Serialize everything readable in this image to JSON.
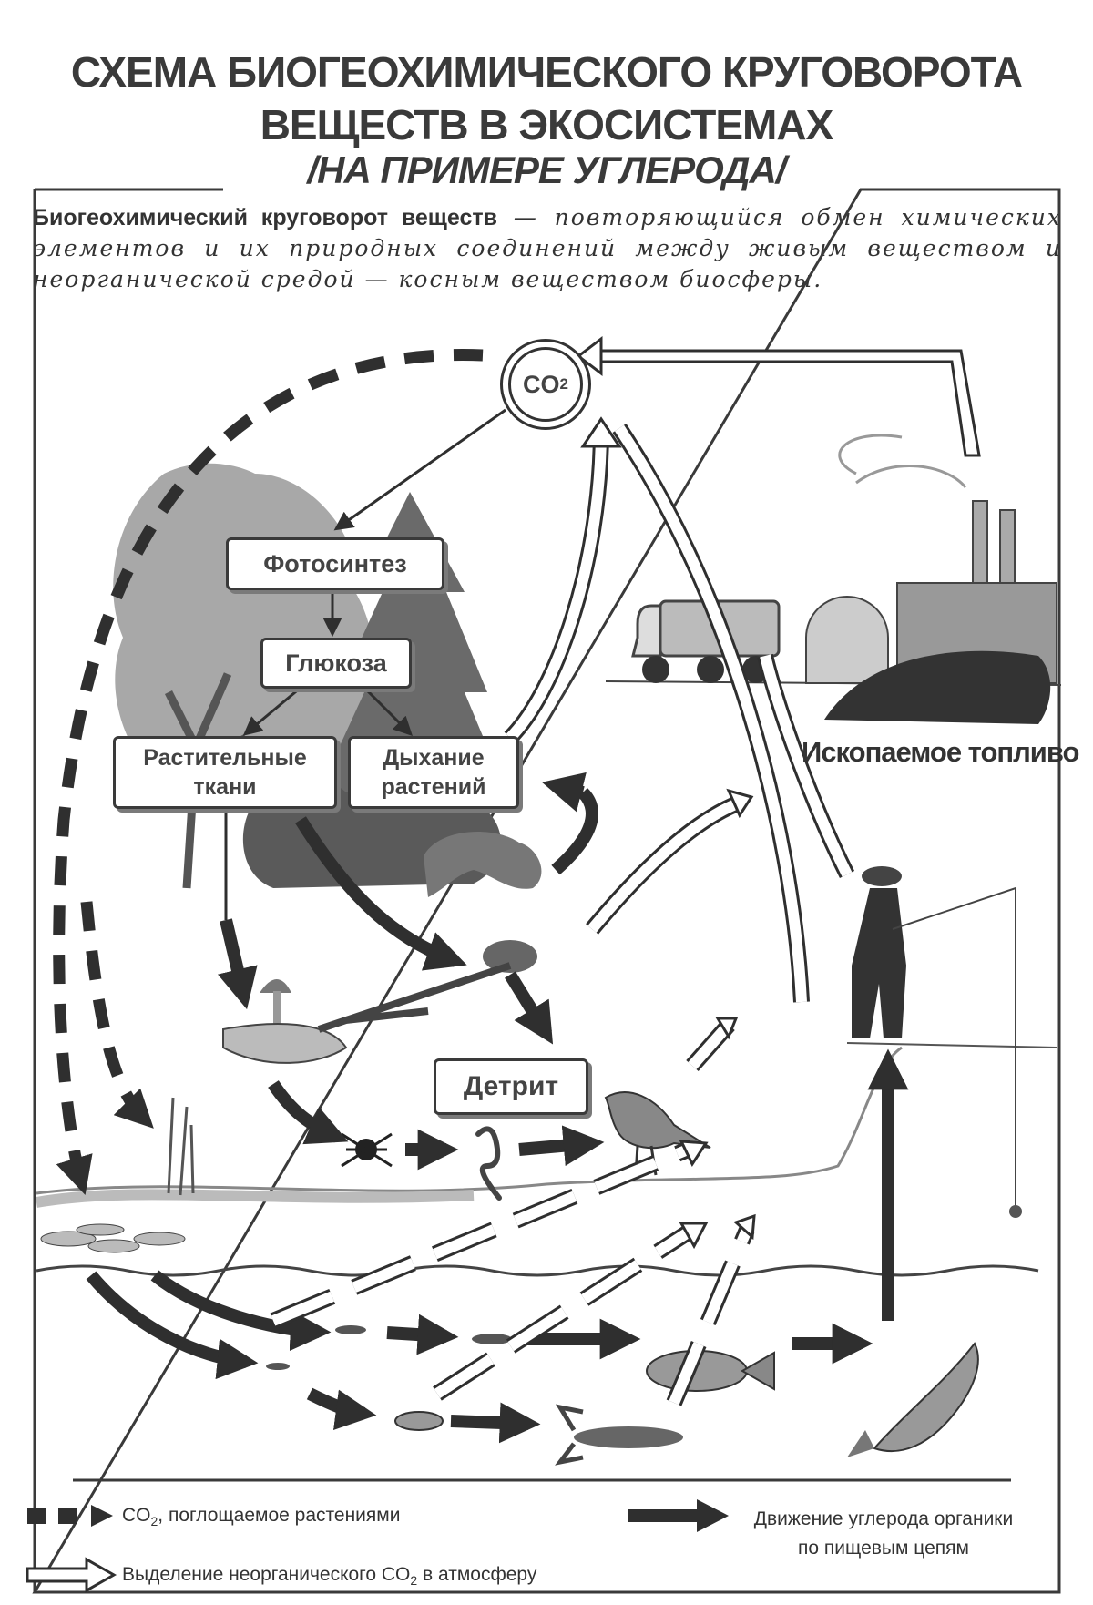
{
  "title": {
    "line1": "СХЕМА БИОГЕОХИМИЧЕСКОГО КРУГОВОРОТА",
    "line2": "ВЕЩЕСТВ В ЭКОСИСТЕМАХ",
    "line3": "/НА ПРИМЕРЕ УГЛЕРОДА/"
  },
  "definition": {
    "term": "Биогеохимический круговорот веществ",
    "text": " — повторяющийся обмен химических элементов и их природных соединений между живым веществом и неорганической средой — косным веществом биосферы."
  },
  "nodes": {
    "co2_main": "CO",
    "co2_sub": "2",
    "photosynthesis": "Фотосинтез",
    "glucose": "Глюкоза",
    "plant_tissue_1": "Растительные",
    "plant_tissue_2": "ткани",
    "plant_respiration_1": "Дыхание",
    "plant_respiration_2": "растений",
    "detritus": "Детрит",
    "fossil_fuel": "Ископаемое топливо"
  },
  "legend": {
    "dashed_main": "CO",
    "dashed_sub": "2",
    "dashed_rest": ", поглощаемое растениями",
    "solid_line1": "Движение углерода органики",
    "solid_line2": "по пищевым цепям",
    "hollow_main": "Выделение неорганического CO",
    "hollow_sub": "2",
    "hollow_rest": " в атмосферу"
  },
  "icons": [
    "tree-icon",
    "spruce-icon",
    "truck-icon",
    "factory-icon",
    "coal-pile-icon",
    "fox-icon",
    "chipmunk-icon",
    "mushroom-icon",
    "spider-icon",
    "worm-icon",
    "bird-icon",
    "fisherman-icon",
    "fish-icon",
    "perch-icon",
    "crayfish-icon",
    "pike-icon",
    "water-lily-icon",
    "reeds-icon"
  ],
  "colors": {
    "ink": "#2f2f2f",
    "frame": "#3a3a3a",
    "foliage": "#9a9a9a",
    "dark_foliage": "#555555"
  }
}
